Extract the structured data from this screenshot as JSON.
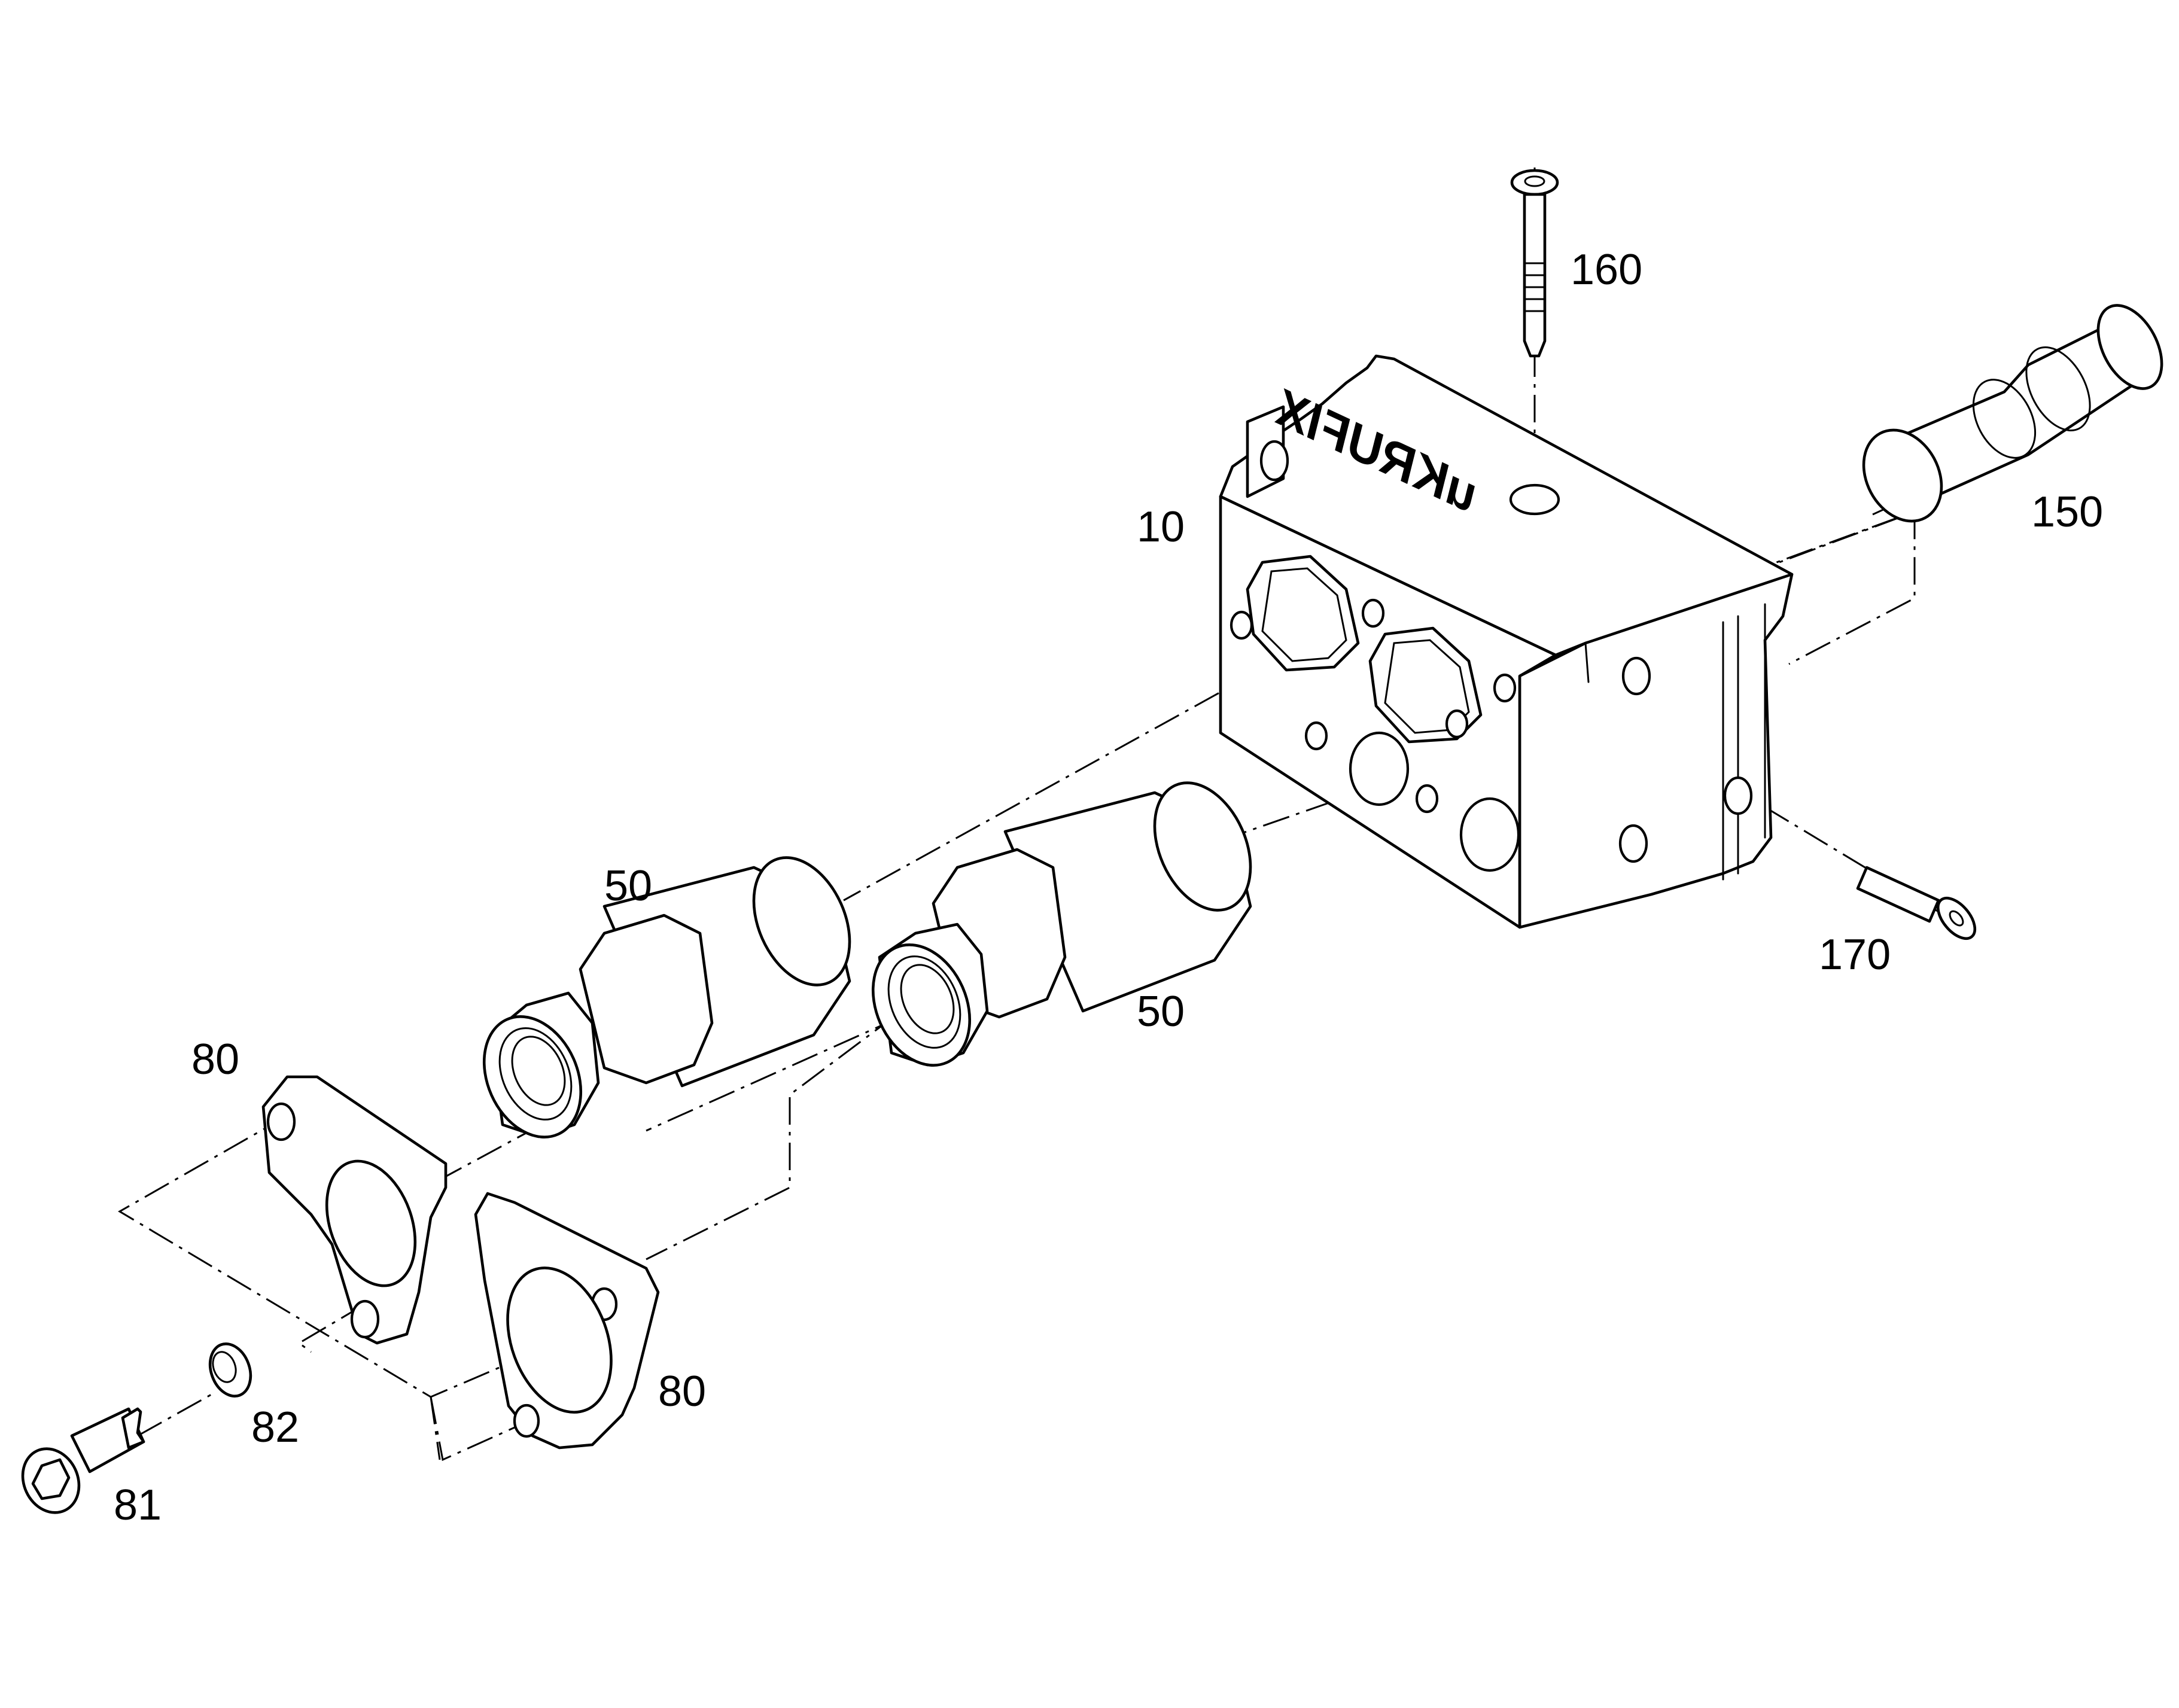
{
  "diagram": {
    "brand_mark": "uKRUFIX",
    "callouts": {
      "block": "10",
      "fitting_upper": "50",
      "fitting_lower": "50",
      "flange_upper": "80",
      "flange_lower": "80",
      "screw": "81",
      "washer": "82",
      "plug": "150",
      "pin_top": "160",
      "pin_side": "170"
    }
  }
}
